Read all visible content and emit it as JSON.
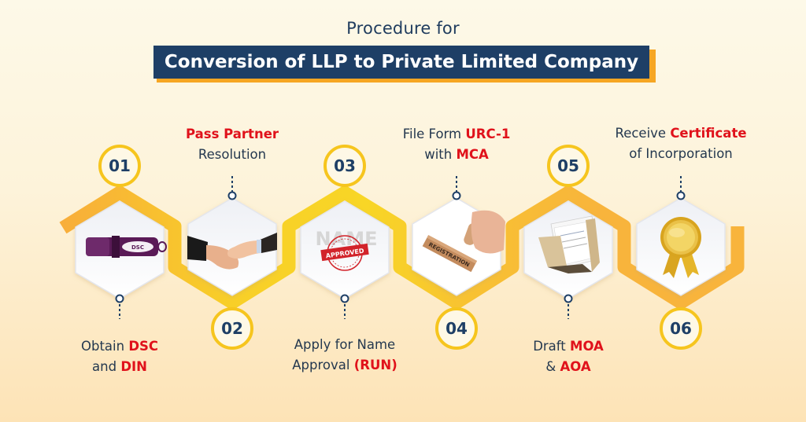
{
  "header": {
    "subtitle": "Procedure for",
    "title": "Conversion of LLP to Private Limited Company"
  },
  "colors": {
    "navy": "#1e3f66",
    "accent_red": "#e0121b",
    "ribbon_yellow": "#f7cd1e",
    "ribbon_orange": "#f8b33a",
    "banner_shadow": "#f6a623",
    "background_top": "#fdf9e8",
    "background_bottom": "#fde3b6"
  },
  "steps": [
    {
      "number": "01",
      "label_lines": [
        {
          "parts": [
            {
              "text": "Obtain ",
              "highlight": false
            },
            {
              "text": "DSC",
              "highlight": true
            }
          ]
        },
        {
          "parts": [
            {
              "text": "and ",
              "highlight": false
            },
            {
              "text": "DIN",
              "highlight": true
            }
          ]
        }
      ],
      "icon": "usb-dsc-token-icon",
      "icon_text": "DSC",
      "label_position": "bottom"
    },
    {
      "number": "02",
      "label_lines": [
        {
          "parts": [
            {
              "text": "Pass Partner",
              "highlight": true
            }
          ]
        },
        {
          "parts": [
            {
              "text": "Resolution",
              "highlight": false
            }
          ]
        }
      ],
      "icon": "handshake-icon",
      "label_position": "top"
    },
    {
      "number": "03",
      "label_lines": [
        {
          "parts": [
            {
              "text": "Apply for Name",
              "highlight": false
            }
          ]
        },
        {
          "parts": [
            {
              "text": "Approval ",
              "highlight": false
            },
            {
              "text": "(RUN)",
              "highlight": true
            }
          ]
        }
      ],
      "icon": "name-approved-stamp-icon",
      "icon_text": "NAME",
      "stamp_text": "APPROVED",
      "label_position": "bottom"
    },
    {
      "number": "04",
      "label_lines": [
        {
          "parts": [
            {
              "text": "File Form ",
              "highlight": false
            },
            {
              "text": "URC-1",
              "highlight": true
            }
          ]
        },
        {
          "parts": [
            {
              "text": "with ",
              "highlight": false
            },
            {
              "text": "MCA",
              "highlight": true
            }
          ]
        }
      ],
      "icon": "registration-stamp-icon",
      "icon_text": "REGISTRATION",
      "label_position": "top"
    },
    {
      "number": "05",
      "label_lines": [
        {
          "parts": [
            {
              "text": "Draft ",
              "highlight": false
            },
            {
              "text": "MOA",
              "highlight": true
            }
          ]
        },
        {
          "parts": [
            {
              "text": "& ",
              "highlight": false
            },
            {
              "text": "AOA",
              "highlight": true
            }
          ]
        }
      ],
      "icon": "document-folder-icon",
      "label_position": "bottom"
    },
    {
      "number": "06",
      "label_lines": [
        {
          "parts": [
            {
              "text": "Receive ",
              "highlight": false
            },
            {
              "text": "Certificate",
              "highlight": true
            }
          ]
        },
        {
          "parts": [
            {
              "text": "of Incorporation",
              "highlight": false
            }
          ]
        }
      ],
      "icon": "gold-award-badge-icon",
      "label_position": "top"
    }
  ]
}
